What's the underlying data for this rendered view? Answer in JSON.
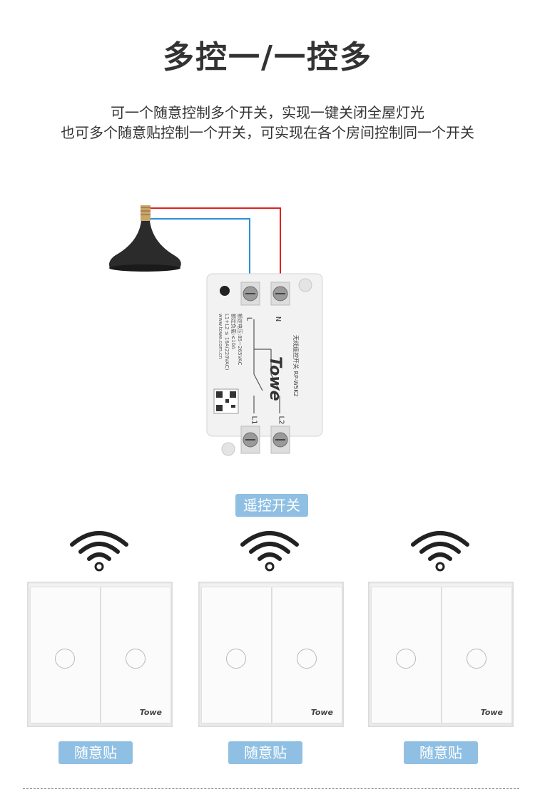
{
  "title": "多控一/一控多",
  "subtitle_lines": [
    "可一个随意控制多个开关，实现一键关闭全屋灯光",
    "也可多个随意贴控制一个开关，可实现在各个房间控制同一个开关"
  ],
  "relay": {
    "brand": "Towe",
    "model": "无线遥控开关  RP-W5K2",
    "terminal_top": [
      "L",
      "N"
    ],
    "terminal_bottom": [
      "L1",
      "L2"
    ],
    "spec_lines": [
      "额定电压:85~265VAC",
      "额定负载:≤10A",
      "L1+L2 ≤ 16A(220VAC)",
      "www.towe.com.cn"
    ]
  },
  "relay_label": "遥控开关",
  "panels": [
    {
      "brand": "Towe",
      "label": "随意贴"
    },
    {
      "brand": "Towe",
      "label": "随意贴"
    },
    {
      "brand": "Towe",
      "label": "随意贴"
    }
  ],
  "colors": {
    "label_bg": "#8fc0e3",
    "wire_live": "#e02020",
    "wire_neutral": "#2a8fd6",
    "lamp_shade": "#2b2b2b"
  },
  "icons": [
    "pendant-lamp-icon",
    "wifi-signal-icon"
  ]
}
